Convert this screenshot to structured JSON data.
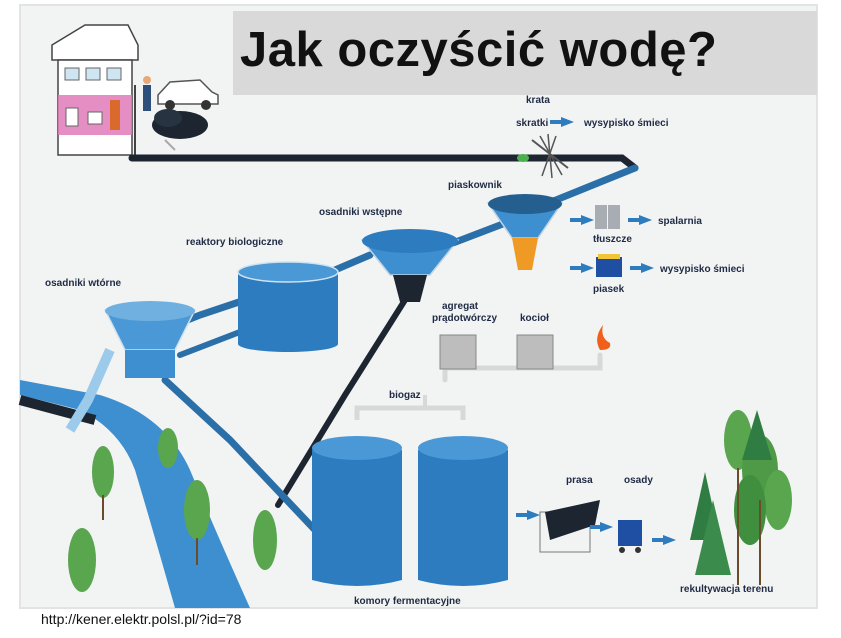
{
  "title": "Jak oczyścić wodę?",
  "source_url": "http://kener.elektr.polsl.pl/?id=78",
  "labels": {
    "krata": "krata",
    "skratki": "skratki",
    "wysypisko_1": "wysypisko śmieci",
    "piaskownik": "piaskownik",
    "osadniki_wstepne": "osadniki wstępne",
    "reaktory": "reaktory biologiczne",
    "osadniki_wtorne": "osadniki wtórne",
    "spalarnia": "spalarnia",
    "tluszcze": "tłuszcze",
    "wysypisko_2": "wysypisko śmieci",
    "piasek": "piasek",
    "agregat_1": "agregat",
    "agregat_2": "prądotwórczy",
    "kociol": "kocioł",
    "biogaz": "biogaz",
    "prasa": "prasa",
    "osady": "osady",
    "komory": "komory fermentacyjne",
    "rekultywacja": "rekultywacja terenu"
  },
  "colors": {
    "background": "#f2f3f3",
    "pipe": "#1d2630",
    "water": "#3d8fd0",
    "tank": "#2c7cbf",
    "tree": "#5aa64f"
  }
}
